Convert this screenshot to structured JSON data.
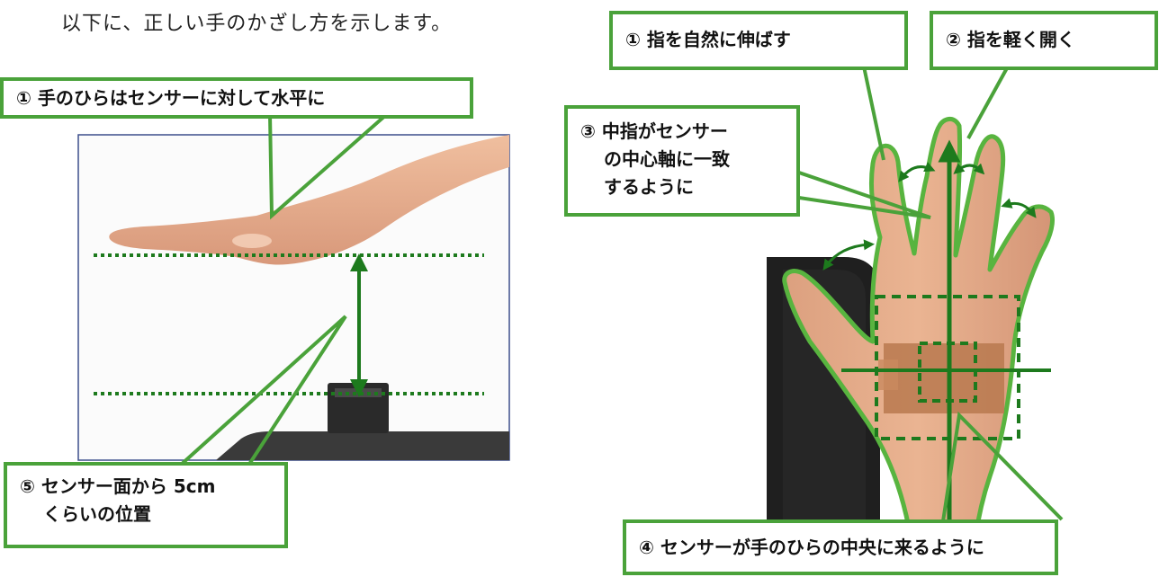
{
  "intro_text": "以下に、正しい手のかざし方を示します。",
  "left_panel": {
    "callout_1": "① 手のひらはセンサーに対して水平に",
    "callout_5_line1": "⑤ センサー面から 5cm",
    "callout_5_line2": "くらいの位置"
  },
  "right_panel": {
    "callout_1": "① 指を自然に伸ばす",
    "callout_2": "② 指を軽く開く",
    "callout_3_line1": "③ 中指がセンサー",
    "callout_3_line2": "の中心軸に一致",
    "callout_3_line3": "するように",
    "callout_4": "④ センサーが手のひらの中央に来るように"
  },
  "colors": {
    "accent_green": "#4aa23a",
    "guide_green": "#1d7a1d",
    "skin": "#e8b08e",
    "device": "#2e2e2e",
    "sensor_patch": "#b9794f",
    "photo_frame": "#3d4f8c"
  }
}
